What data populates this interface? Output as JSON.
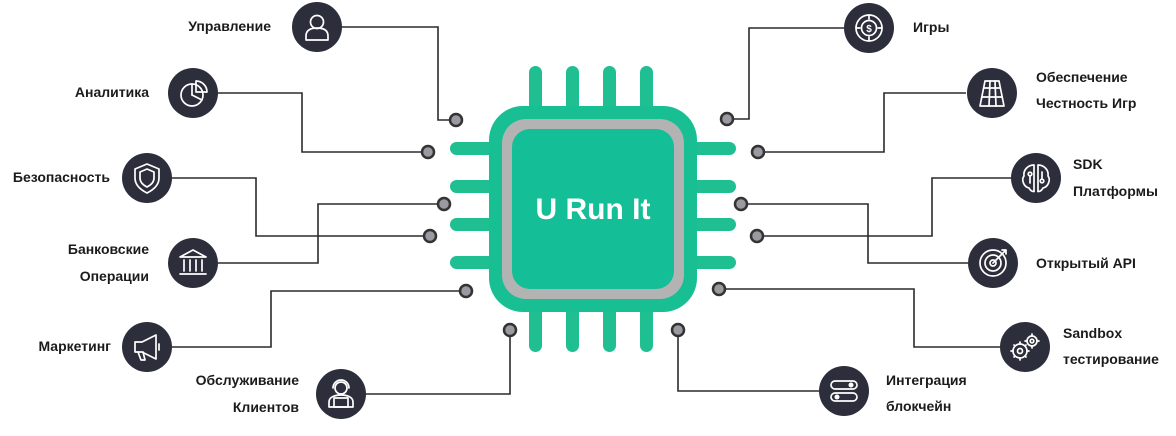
{
  "center": {
    "title": "U Run It",
    "color": "#17bf93"
  },
  "nodes": {
    "upravlenie": [
      "Управление"
    ],
    "analitika": [
      "Аналитика"
    ],
    "bezopasnost": [
      "Безопасность"
    ],
    "bankovskie": [
      "Банковские",
      "Операции"
    ],
    "marketing": [
      "Маркетинг"
    ],
    "obsluzhivanie": [
      "Обслуживание",
      "Клиентов"
    ],
    "igry": [
      "Игры"
    ],
    "obespechenie": [
      "Обеспечение",
      "Честность Игр"
    ],
    "sdk": [
      "SDK",
      "Платформы"
    ],
    "api": [
      "Открытый API"
    ],
    "sandbox": [
      "Sandbox",
      "тестирование"
    ],
    "blockchain": [
      "Интеграция",
      "блокчейн"
    ]
  },
  "icons": {
    "upravlenie": "user-icon",
    "analitika": "pie-chart-icon",
    "bezopasnost": "shield-icon",
    "bankovskie": "bank-icon",
    "marketing": "megaphone-icon",
    "obsluzhivanie": "support-agent-icon",
    "igry": "casino-chip-icon",
    "obespechenie": "blockchain-layers-icon",
    "sdk": "brain-circuit-icon",
    "api": "target-icon",
    "sandbox": "gears-icon",
    "blockchain": "toggle-switch-icon"
  },
  "colors": {
    "node_fill": "#2c2f3b",
    "chip_green": "#17bf93",
    "chip_ring": "#b3b3b3",
    "wire": "#2b2b2b"
  }
}
